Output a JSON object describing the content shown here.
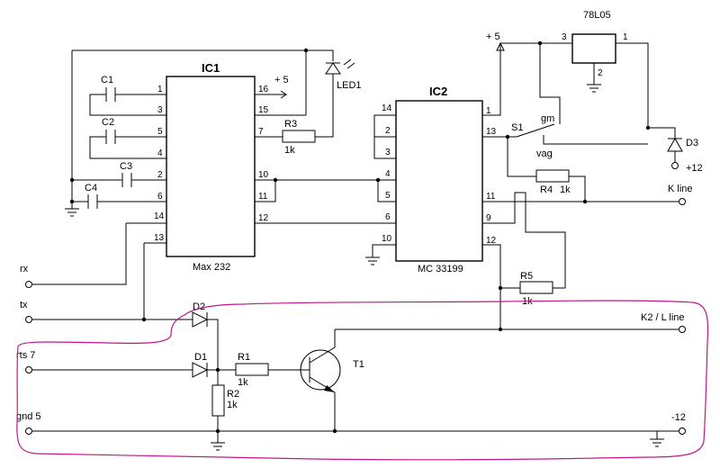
{
  "ic1": {
    "title": "IC1",
    "part": "Max 232"
  },
  "ic2": {
    "title": "IC2",
    "part": "MC 33199"
  },
  "regulator": {
    "part": "78L05",
    "pin_in": "3",
    "pin_out": "1",
    "pin_gnd": "2"
  },
  "ic1_pins": {
    "p1": "1",
    "p3": "3",
    "p5": "5",
    "p4": "4",
    "p2": "2",
    "p6": "6",
    "p14": "14",
    "p13": "13",
    "p16": "16",
    "p15": "15",
    "p7": "7",
    "p10": "10",
    "p11": "11",
    "p12": "12"
  },
  "ic2_pins": {
    "p14": "14",
    "p2": "2",
    "p3": "3",
    "p4": "4",
    "p5": "5",
    "p6": "6",
    "p10": "10",
    "p1": "1",
    "p13": "13",
    "p11": "11",
    "p9": "9",
    "p12": "12"
  },
  "components": {
    "c1": "C1",
    "c2": "C2",
    "c3": "C3",
    "c4": "C4",
    "r3": "R3",
    "r3_val": "1k",
    "r4": "R4",
    "r4_val": "1k",
    "r5": "R5",
    "r5_val": "1k",
    "r1": "R1",
    "r1_val": "1k",
    "r2": "R2",
    "r2_val": "1k",
    "led1": "LED1",
    "d1": "D1",
    "d2": "D2",
    "d3": "D3",
    "t1": "T1",
    "s1": "S1",
    "s1_gm": "gm",
    "s1_vag": "vag"
  },
  "supply": {
    "ic1_plus5": "+ 5",
    "reg_plus5": "+ 5",
    "plus12": "+12",
    "minus12": "-12"
  },
  "terminals": {
    "rx": "rx",
    "tx": "tx",
    "rts": "rts 7",
    "gnd": "gnd 5",
    "kline": "K line",
    "k2line": "K2 / L line"
  }
}
